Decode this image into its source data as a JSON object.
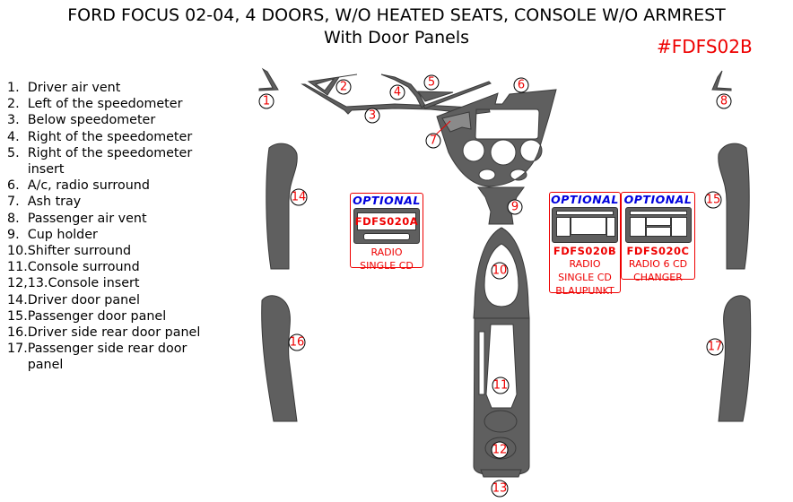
{
  "title": "FORD FOCUS 02-04, 4 DOORS, W/O HEATED SEATS, CONSOLE W/O ARMREST",
  "subtitle": "With Door Panels",
  "kit_code": "#FDFS02B",
  "parts": [
    "1.  Driver air vent",
    "2.  Left of the speedometer",
    "3.  Below speedometer",
    "4.  Right of the speedometer",
    "5.  Right of the speedometer",
    "     insert",
    "6.  A/c, radio surround",
    "7.  Ash tray",
    "8.  Passenger air vent",
    "9.  Cup holder",
    "10.Shifter surround",
    "11.Console surround",
    "12,13.Console insert",
    "14.Driver door panel",
    "15.Passenger door panel",
    "16.Driver side rear door panel",
    "17.Passenger side rear door",
    "     panel"
  ],
  "labels": [
    "1",
    "2",
    "3",
    "4",
    "5",
    "6",
    "7",
    "8",
    "9",
    "10",
    "11",
    "12",
    "13",
    "14",
    "15",
    "16",
    "17"
  ],
  "optional": [
    {
      "tag": "OPTIONAL",
      "code": "FDFS020A",
      "lines": [
        "RADIO",
        "SINGLE CD"
      ]
    },
    {
      "tag": "OPTIONAL",
      "code": "FDFS020B",
      "lines": [
        "RADIO",
        "SINGLE CD",
        "BLAUPUNKT"
      ]
    },
    {
      "tag": "OPTIONAL",
      "code": "FDFS020C",
      "lines": [
        "RADIO 6 CD",
        "CHANGER"
      ]
    }
  ],
  "colors": {
    "piece": "#5f5f5f",
    "label": "#ee0000",
    "optional": "#0000dd"
  }
}
